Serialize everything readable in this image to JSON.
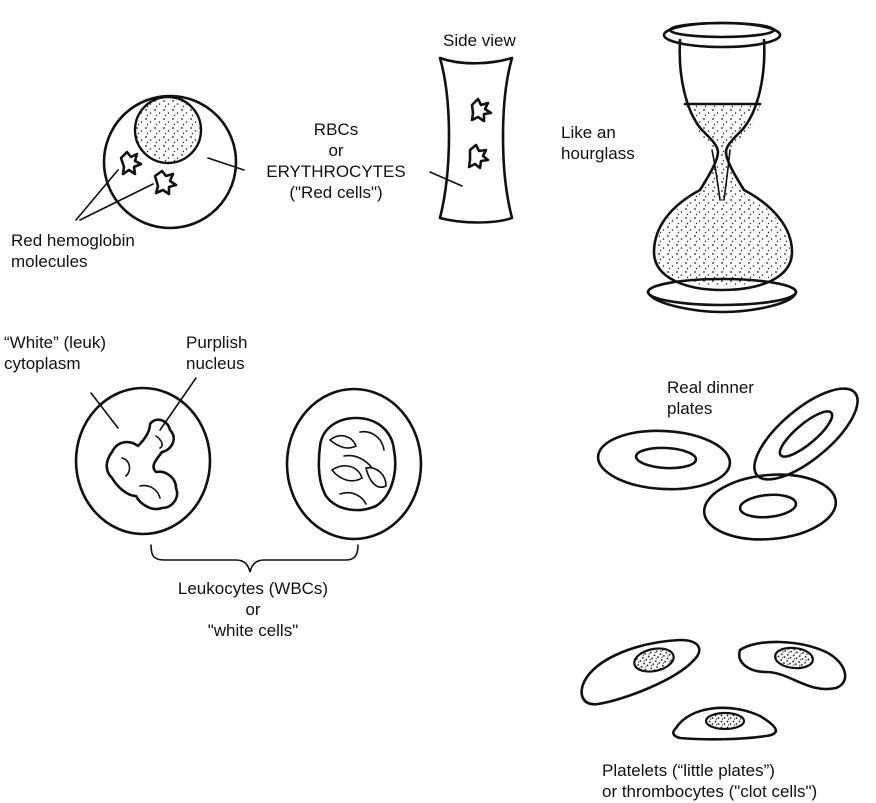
{
  "rbc": {
    "side_view": "Side view",
    "name_line1": "RBCs",
    "name_line2": "or",
    "name_line3": "ERYTHROCYTES",
    "name_line4": "(\"Red cells\")",
    "hourglass_line1": "Like an",
    "hourglass_line2": "hourglass",
    "hemoglobin_line1": "Red hemoglobin",
    "hemoglobin_line2": "molecules"
  },
  "wbc": {
    "cytoplasm_line1": "“White” (leuk)",
    "cytoplasm_line2": "cytoplasm",
    "nucleus_line1": "Purplish",
    "nucleus_line2": "nucleus",
    "name_line1": "Leukocytes (WBCs)",
    "name_line2": "or",
    "name_line3": "\"white cells\""
  },
  "platelets": {
    "plates_line1": "Real dinner",
    "plates_line2": "plates",
    "name_line1": "Platelets (“little plates”)",
    "name_line2": "or thrombocytes (\"clot cells\")"
  }
}
